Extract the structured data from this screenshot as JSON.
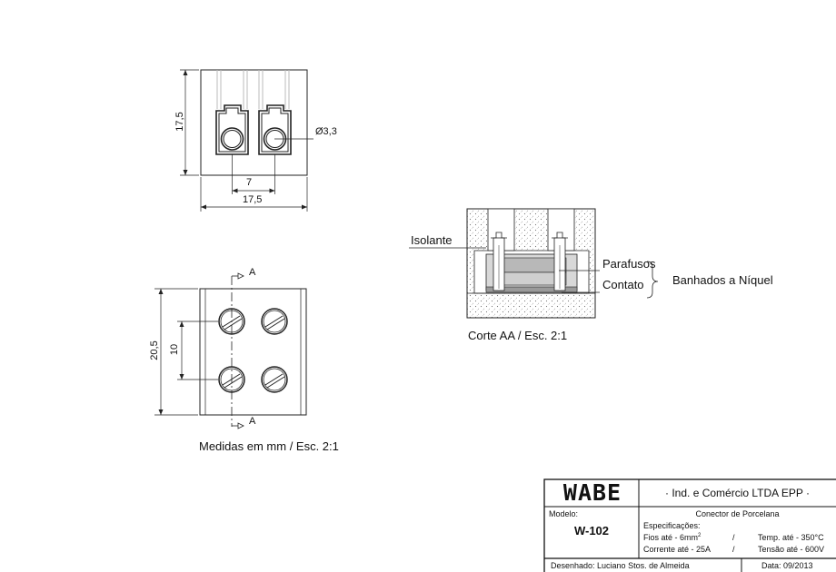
{
  "top_view": {
    "height_dim": "17,5",
    "hole_dim": "Ø3,3",
    "pitch_dim": "7",
    "width_dim": "17,5"
  },
  "front_view": {
    "section_mark_top": "A",
    "section_mark_bottom": "A",
    "height_dim": "20,5",
    "pitch_dim": "10",
    "caption": "Medidas em mm / Esc. 2:1"
  },
  "section_view": {
    "label_insulator": "Isolante",
    "label_screws": "Parafusos",
    "label_contact": "Contato",
    "label_plating": "Banhados a Níquel",
    "caption": "Corte AA / Esc. 2:1"
  },
  "title_block": {
    "logo": "WABE",
    "company": "· Ind. e Comércio LTDA EPP ·",
    "model_label": "Modelo:",
    "model_value": "W-102",
    "product": "Conector de Porcelana",
    "spec_label": "Especificações:",
    "spec_wire": "Fios até - 6mm",
    "spec_wire_sup": "2",
    "spec_current": "Corrente até - 25A",
    "spec_sep1": "/",
    "spec_sep2": "/",
    "spec_temp": "Temp. até - 350°C",
    "spec_voltage": "Tensão até - 600V",
    "drawn_by": "Desenhado: Luciano Stos. de Almeida",
    "date": "Data: 09/2013"
  }
}
